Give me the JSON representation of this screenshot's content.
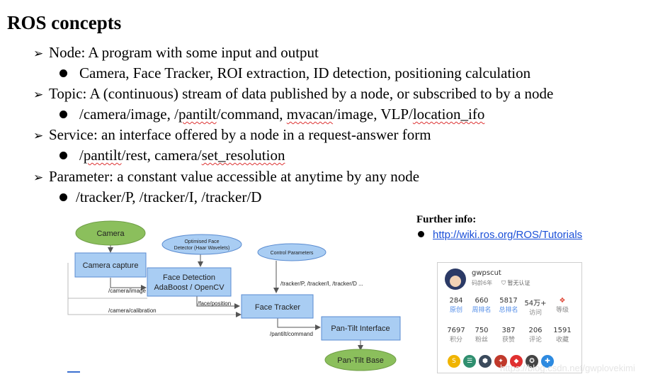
{
  "title": "ROS concepts",
  "bullets": [
    {
      "text": "Node: A program with some input and output",
      "sub": "Camera, Face Tracker, ROI extraction, ID detection, positioning calculation"
    },
    {
      "text": "Topic: A (continuous) stream of data published by a node, or subscribed to by a node",
      "sub_parts": [
        "/camera/image, /",
        "pantilt",
        "/command, ",
        "mvacan",
        "/image, VLP/",
        "location_ifo"
      ]
    },
    {
      "text": "Service: an interface offered by a node in a request-answer form",
      "sub_parts": [
        "/",
        "pantilt",
        "/rest, camera/",
        "set_resolution"
      ]
    },
    {
      "text": "Parameter: a constant value accessible at anytime by any node",
      "sub": "/tracker/P, /tracker/I, /tracker/D"
    }
  ],
  "further": {
    "title": "Further info:",
    "link": "http://wiki.ros.org/ROS/Tutorials"
  },
  "diagram": {
    "camera": "Camera",
    "camera_capture": "Camera capture",
    "optimised_face_1": "Optimised Face",
    "optimised_face_2": "Detector (Haar Wavelets)",
    "control_params": "Control Parameters",
    "face_detection_1": "Face Detection",
    "face_detection_2": "AdaBoost / OpenCV",
    "face_tracker": "Face Tracker",
    "pantilt_interface": "Pan-Tilt Interface",
    "pantilt_base": "Pan-Tilt Base",
    "label_camera_image": "/camera/image",
    "label_camera_calibration": "/camera/calibration",
    "label_face_position": "/face/position",
    "label_tracker_params": "/tracker/P, /tracker/I, /tracker/D ...",
    "label_pantilt_command": "/pantilt/command"
  },
  "profile": {
    "name": "gwpscut",
    "code_age": "码龄6年",
    "verify": "暂无认证",
    "stats_row1": [
      {
        "value": "284",
        "label": "原创"
      },
      {
        "value": "660",
        "label": "周排名"
      },
      {
        "value": "5817",
        "label": "总排名"
      },
      {
        "value": "54万+",
        "label": "访问"
      },
      {
        "value": "",
        "label": "等级"
      }
    ],
    "stats_row2": [
      {
        "value": "7697",
        "label": "积分"
      },
      {
        "value": "750",
        "label": "粉丝"
      },
      {
        "value": "387",
        "label": "获赞"
      },
      {
        "value": "206",
        "label": "评论"
      },
      {
        "value": "1591",
        "label": "收藏"
      }
    ],
    "badge_colors": [
      "#f0b400",
      "#2f8f6f",
      "#3b4a5c",
      "#c0392b",
      "#e03030",
      "#444444",
      "#2d8ae0"
    ]
  },
  "watermark": "https://blog.csdn.net/gwplovekimi"
}
